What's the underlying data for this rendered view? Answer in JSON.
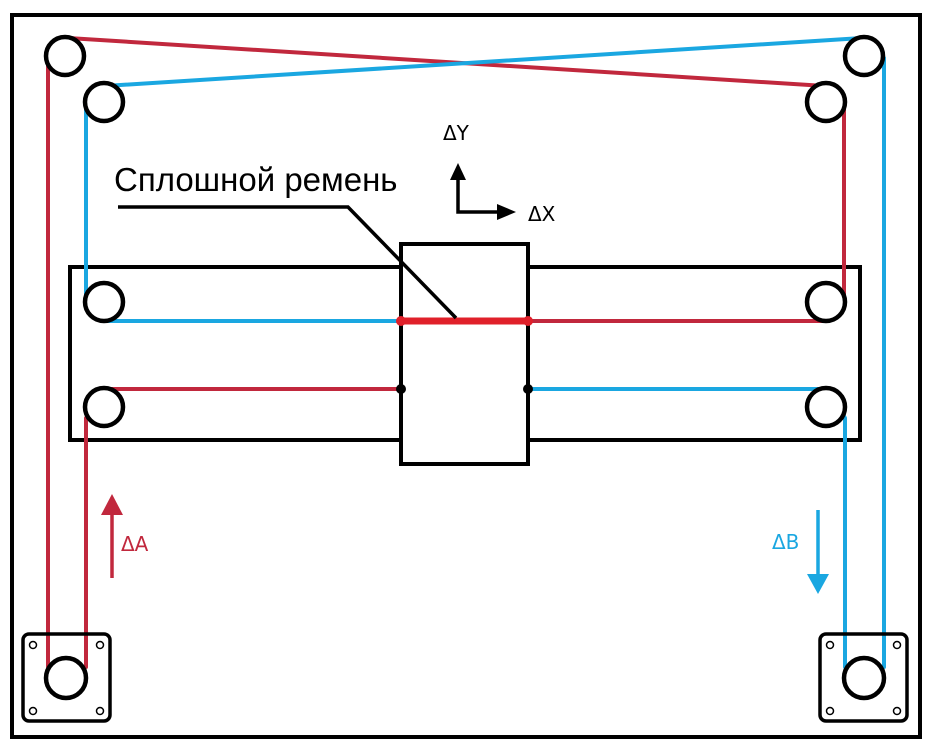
{
  "diagram": {
    "type": "corexy-belt-scheme",
    "colors": {
      "belt_a": "#c1283d",
      "belt_b": "#1aa7e1",
      "solid_belt": "#e0202a",
      "outline": "#000000"
    },
    "labels": {
      "solid_belt": "Сплошной ремень",
      "delta_y": "ΔY",
      "delta_x": "ΔX",
      "delta_a": "ΔA",
      "delta_b": "ΔB"
    },
    "motors": [
      {
        "id": "motor-a",
        "belt": "A",
        "direction": "up"
      },
      {
        "id": "motor-b",
        "belt": "B",
        "direction": "down"
      }
    ],
    "pulleys_count": 10
  }
}
